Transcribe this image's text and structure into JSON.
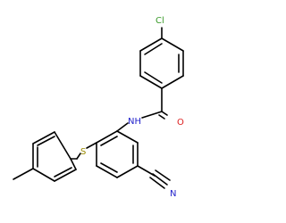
{
  "molecule": {
    "atoms": {
      "chlorine": "Cl",
      "amide_nitrogen": "NH",
      "carbonyl_oxygen": "O",
      "sulfur": "S",
      "nitrile_nitrogen": "N"
    },
    "colors": {
      "bond": "#000000",
      "chlorine": "#3a9a2a",
      "nitrogen": "#2323cc",
      "oxygen": "#dd2020",
      "sulfur": "#9a8a00"
    }
  }
}
